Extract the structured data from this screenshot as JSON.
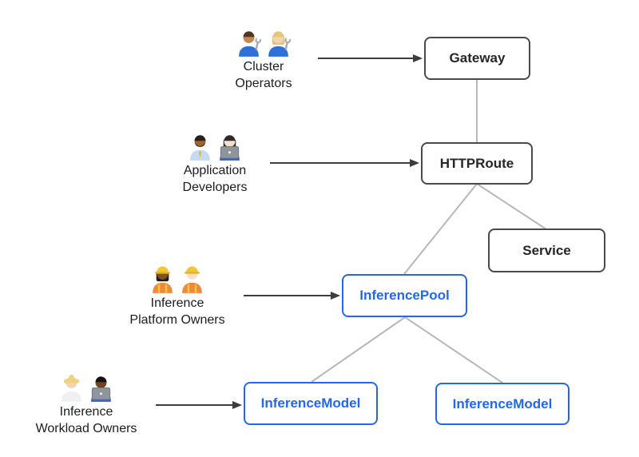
{
  "diagram": {
    "name": "gateway-api-inference-extension-architecture"
  },
  "nodes": {
    "gateway": {
      "label": "Gateway",
      "style": "core"
    },
    "httproute": {
      "label": "HTTPRoute",
      "style": "core"
    },
    "service": {
      "label": "Service",
      "style": "core"
    },
    "inferencepool": {
      "label": "InferencePool",
      "style": "extension"
    },
    "inferencemodel_left": {
      "label": "InferenceModel",
      "style": "extension"
    },
    "inferencemodel_right": {
      "label": "InferenceModel",
      "style": "extension"
    }
  },
  "personas": {
    "cluster_operators": {
      "label": "Cluster\nOperators",
      "icons": [
        "man-mechanic-icon",
        "woman-mechanic-icon"
      ]
    },
    "application_developers": {
      "label": "Application\nDevelopers",
      "icons": [
        "man-office-worker-icon",
        "woman-technologist-icon"
      ]
    },
    "inference_platform_owners": {
      "label": "Inference\nPlatform Owners",
      "icons": [
        "woman-construction-worker-icon",
        "man-construction-worker-icon"
      ]
    },
    "inference_workload_owners": {
      "label": "Inference\nWorkload Owners",
      "icons": [
        "person-blonde-icon",
        "man-technologist-icon"
      ]
    }
  },
  "edges": [
    {
      "from": "Gateway",
      "to": "HTTPRoute",
      "style": "line"
    },
    {
      "from": "HTTPRoute",
      "to": "Service",
      "style": "line"
    },
    {
      "from": "HTTPRoute",
      "to": "InferencePool",
      "style": "line"
    },
    {
      "from": "InferencePool",
      "to": "InferenceModel",
      "style": "line"
    },
    {
      "from": "InferencePool",
      "to": "InferenceModel",
      "style": "line"
    }
  ],
  "actor_arrows": [
    {
      "from": "Cluster Operators",
      "to": "Gateway"
    },
    {
      "from": "Application Developers",
      "to": "HTTPRoute"
    },
    {
      "from": "Inference Platform Owners",
      "to": "InferencePool"
    },
    {
      "from": "Inference Workload Owners",
      "to": "InferenceModel"
    }
  ],
  "colors": {
    "background": "#ffffff",
    "core_node_border": "#4a4a4a",
    "core_node_text": "#262626",
    "extension_node_accent": "#2367ec",
    "connector_gray": "#b8b8b8",
    "arrow_dark": "#3d3d3d",
    "persona_text": "#1c1c1c"
  }
}
